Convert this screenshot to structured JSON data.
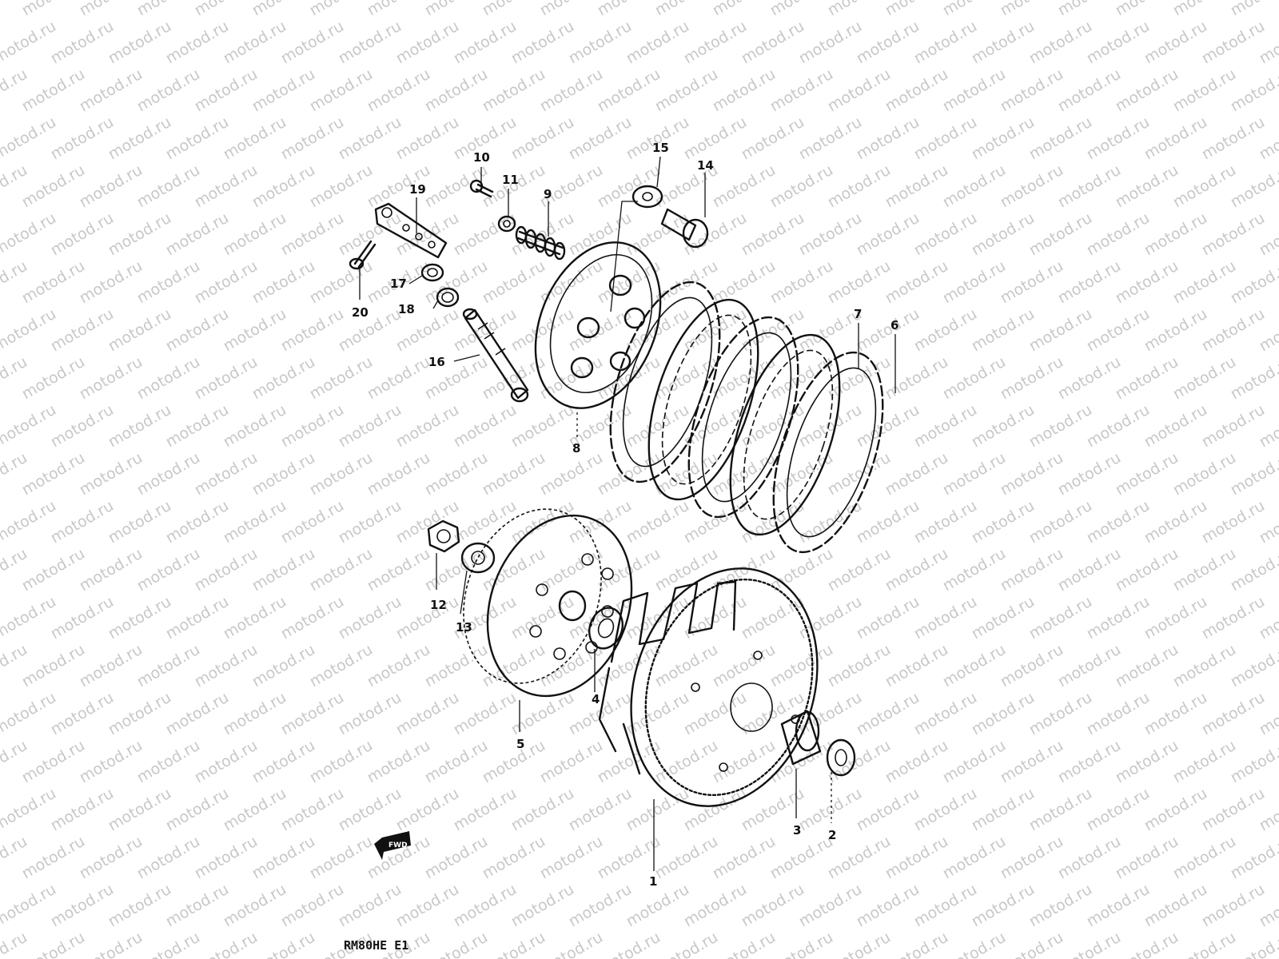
{
  "watermark": {
    "text": "motod.ru"
  },
  "drawing_code": "RM80HE E1",
  "direction_tag": "FWD",
  "callouts": [
    "1",
    "2",
    "3",
    "4",
    "5",
    "6",
    "7",
    "8",
    "9",
    "10",
    "11",
    "12",
    "13",
    "14",
    "15",
    "16",
    "17",
    "18",
    "19",
    "20"
  ]
}
